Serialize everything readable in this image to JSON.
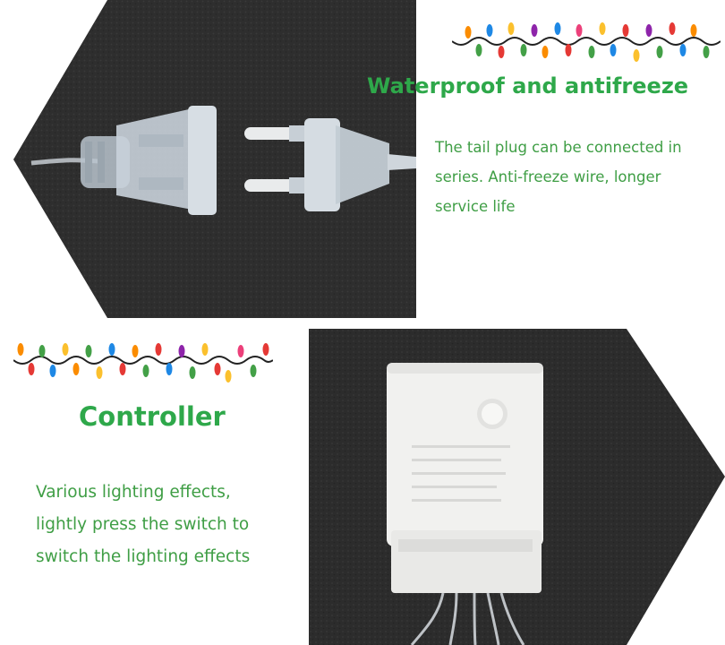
{
  "section_top": {
    "heading": "Waterproof and antifreeze",
    "lines": [
      "The tail plug can be connected in",
      "series. Anti-freeze wire, longer",
      "service life"
    ]
  },
  "section_bottom": {
    "heading": "Controller",
    "lines": [
      "Various lighting effects,",
      "lightly press the switch to",
      "switch the lighting effects"
    ]
  },
  "colors": {
    "heading": "#2ea84a",
    "body_text": "#3f9e45",
    "photo_bg": "#2b2b2b",
    "bulbs": [
      "#e53935",
      "#43a047",
      "#fbc02d",
      "#1e88e5",
      "#fb8c00",
      "#8e24aa",
      "#ec407a"
    ]
  },
  "icons": [
    "string-lights-icon",
    "plug-photo",
    "controller-photo"
  ]
}
